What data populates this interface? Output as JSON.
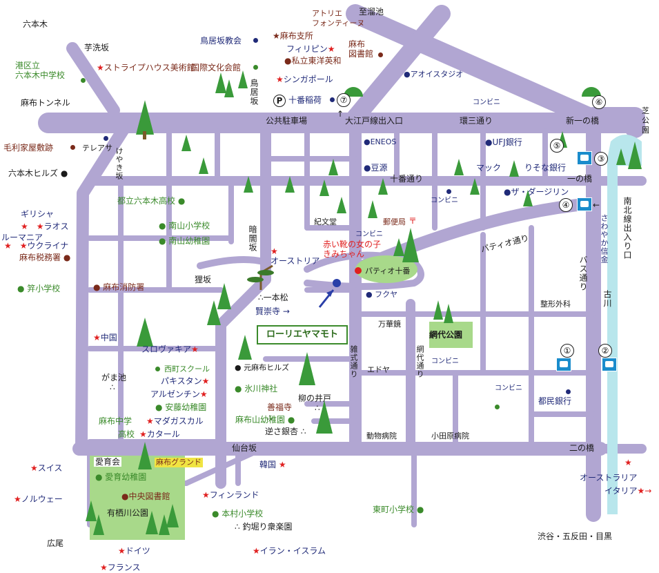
{
  "colors": {
    "road": "#b1a6d2",
    "park": "#a8d98a",
    "tree": "#3a9a3a",
    "river": "#b8e6ec",
    "station_badge": "#1a8ccc"
  },
  "labels": {
    "roppongi": "六本木",
    "imoaraizaka": "芋洗坂",
    "minato_roppongi_jhs": "港区立\n六本木中学校",
    "stripe_house": "ストライプハウス美術館",
    "kokusai_bunka": "国際文化会館",
    "toriizaka_church": "鳥居坂教会",
    "azabu_branch": "麻布支所",
    "atelier": "アトリエ\nフォンティーヌ",
    "shiboike": "至溜池",
    "philippines": "フィリピン",
    "toyo_eiwa": "私立東洋英和",
    "azabu_library": "麻布\n図書館",
    "aois": "アオイスタジオ",
    "singapore": "シンガポール",
    "toriizaka": "鳥居坂",
    "azabu_tunnel": "麻布トンネル",
    "juban_inari": "十番稲荷",
    "oedo_exit": "大江戸線出入口",
    "convenience": "コンビニ",
    "public_parking": "公共駐車場",
    "kanjo_dori": "環三通り",
    "shin_ichinohashi": "新一の橋",
    "shiba_park": "芝公園",
    "mori_residence": "毛利家屋敷跡",
    "terasa": "テレアサ",
    "keyakizaka": "けやき坂",
    "eneos": "ENEOS",
    "ufj": "UFJ銀行",
    "roppongi_hills": "六本木ヒルズ",
    "mamegen": "豆源",
    "mac": "マック",
    "resona": "りそな銀行",
    "juban_dori": "十番通り",
    "ichinohashi": "一の橋",
    "nanboku_exit": "南北線出入り口",
    "toritsu_roppongi_hs": "都立六本木高校",
    "darjeeling": "ザ・ダージリン",
    "greece": "ギリシャ",
    "laos": "ラオス",
    "romania": "ルーマニア",
    "ukraine": "ウクライナ",
    "azabu_tax": "麻布税務署",
    "nanzan_es": "南山小学校",
    "nanzan_kg": "南山幼稚園",
    "kibundo": "紀文堂",
    "post_office": "郵便局",
    "post_mark": "〒",
    "sawayaka_shinkin": "さわやか信金",
    "kurayamizaka": "暗闇坂",
    "austria": "オーストリア",
    "akai_kutsu": "赤い靴の女の子\nきみちゃん",
    "patio_dori": "パティオ通り",
    "patio_juban": "パティオ十番",
    "bus_dori": "バス通り",
    "furukawa": "古川",
    "kogai_es": "笄小学校",
    "azabu_fire": "麻布消防署",
    "tanukizaka": "狸坂",
    "ippon_matsu": "一本松",
    "fukuya": "フクヤ",
    "seikei_geka": "整形外科",
    "kenjuji": "賢崇寺",
    "loriier": "ローリエヤマモト",
    "mankakyo": "万華鏡",
    "china": "中国",
    "slovakia": "スロヴァキア",
    "amishiro_park": "網代公園",
    "nishimachi_school": "西町スクール",
    "pakistan": "パキスタン",
    "moto_azabu_hills": "元麻布ヒルズ",
    "zoshiki_dori": "雑式通り",
    "edoya": "エドヤ",
    "amishiro_dori": "網代通り",
    "gama_ike": "がま池",
    "argentina": "アルゼンチン",
    "hikawa_shrine": "氷川神社",
    "yanagi_no_ido": "柳の井戸",
    "tomin_bank": "都民銀行",
    "ando_kg": "安藤幼稚園",
    "zenpukuji": "善福寺",
    "azabu_jhs": "麻布中学",
    "madagascar": "マダガスカル",
    "azabu_sanyo_kg": "麻布山幼稚園",
    "koko": "高校",
    "qatar": "カタール",
    "sakasa_icho": "逆さ銀杏",
    "animal_hospital": "動物病院",
    "odawara_hospital": "小田原病院",
    "sendaizaka": "仙台坂",
    "ninohashi": "二の橋",
    "aiikukai": "愛育会",
    "azabu_grand": "麻布グランド",
    "switzerland": "スイス",
    "korea": "韓国",
    "aiiku_kg": "愛育幼稚園",
    "australia": "オーストラリア",
    "italy": "イタリア",
    "norway": "ノルウェー",
    "central_library": "中央図書館",
    "finland": "フィンランド",
    "arisugawa_park": "有栖川公園",
    "motomura_es": "本村小学校",
    "higashimachi_es": "東町小学校",
    "hiroo": "広尾",
    "tsuribori": "釣堀り衆楽園",
    "shibuya": "渋谷・五反田・目黒",
    "germany": "ドイツ",
    "iran": "イラン・イスラム",
    "france": "フランス"
  },
  "markers": {
    "star": "★",
    "temple": "∴",
    "parking": "P",
    "arrow_right": "→",
    "arrow_left": "←",
    "arrow_up": "↑"
  },
  "numbers": {
    "n1": "①",
    "n2": "②",
    "n3": "③",
    "n4": "④",
    "n5": "⑤",
    "n6": "⑥",
    "n7": "⑦"
  }
}
